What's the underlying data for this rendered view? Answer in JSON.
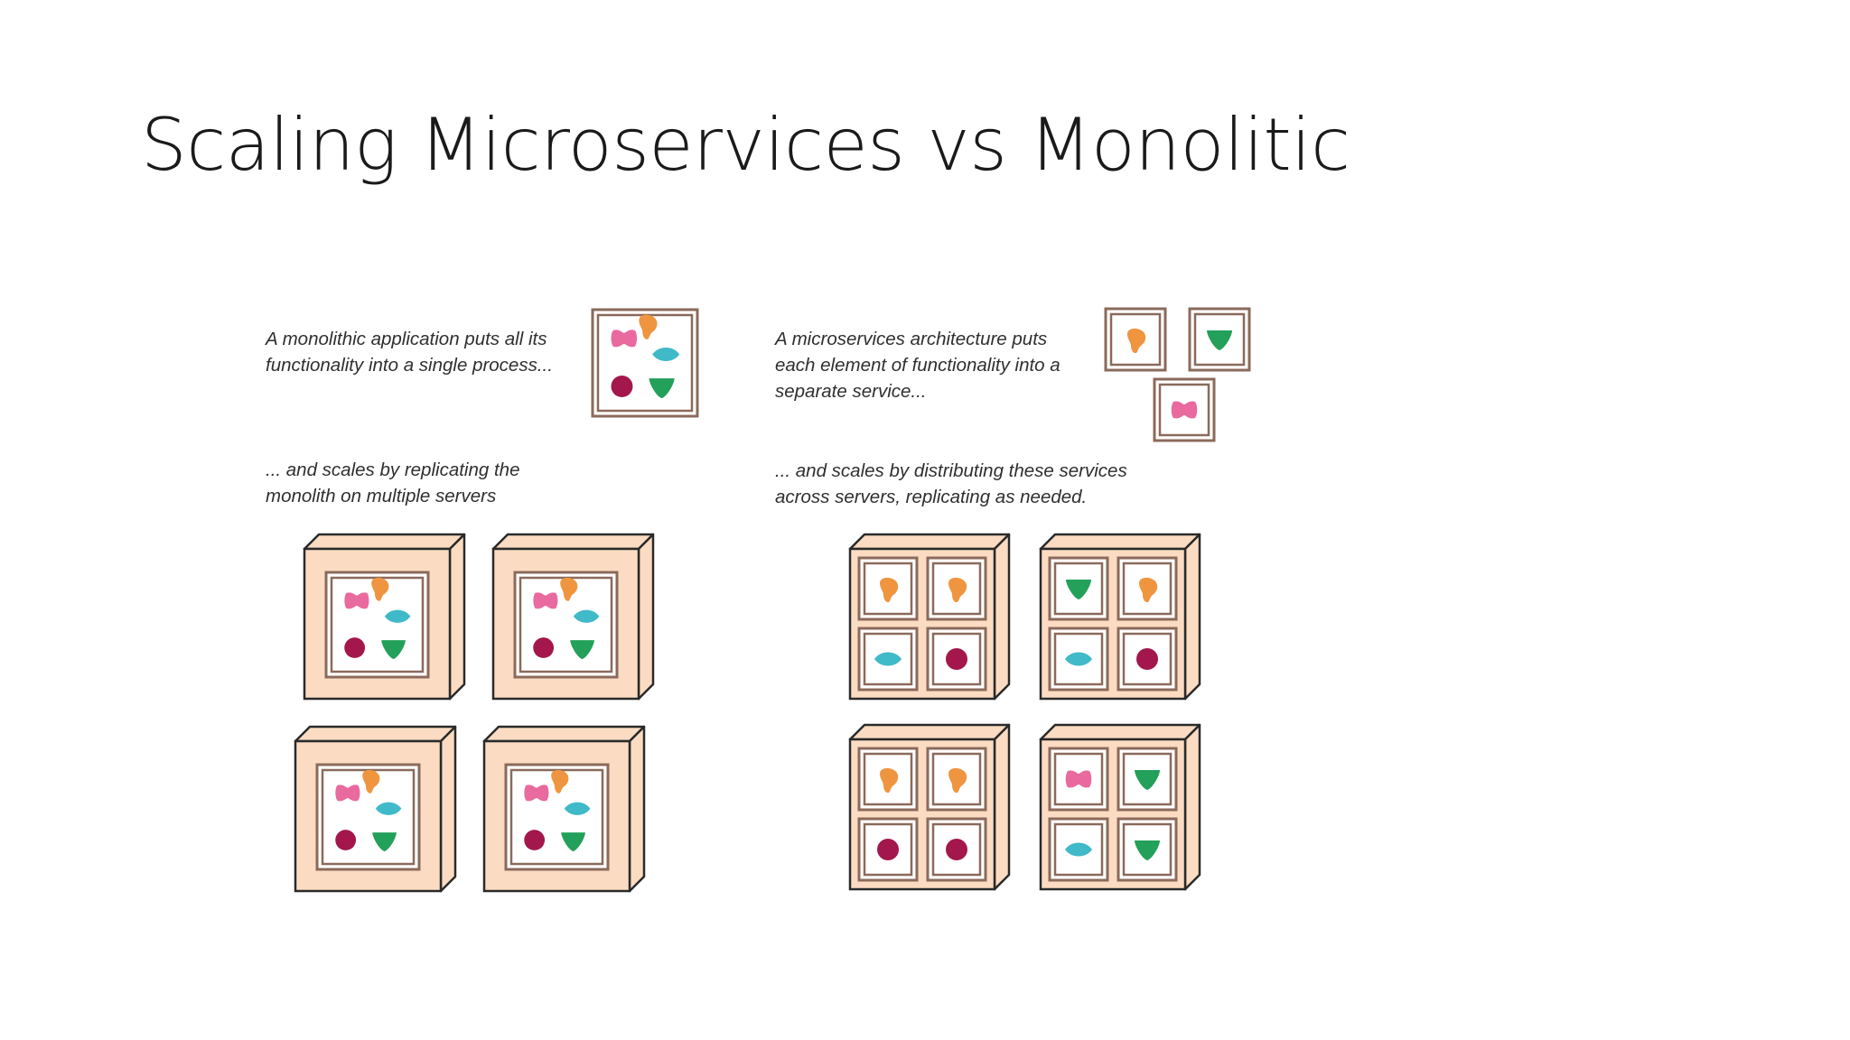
{
  "slide": {
    "title": "Scaling Microservices vs Monolitic"
  },
  "monolith": {
    "caption_1": [
      "A monolithic application puts all its",
      "functionality into a single process..."
    ],
    "caption_2": [
      "... and scales by replicating the",
      "monolith on multiple servers"
    ],
    "servers": [
      [
        "pink",
        "orange",
        "teal",
        "crimson",
        "green"
      ],
      [
        "pink",
        "orange",
        "teal",
        "crimson",
        "green"
      ],
      [
        "pink",
        "orange",
        "teal",
        "crimson",
        "green"
      ],
      [
        "pink",
        "orange",
        "teal",
        "crimson",
        "green"
      ]
    ]
  },
  "microservices": {
    "caption_1": [
      "A microservices architecture puts",
      "each element of functionality into a",
      "separate service..."
    ],
    "caption_2": [
      "... and scales by distributing these services",
      "across servers, replicating as needed."
    ],
    "services": [
      "orange",
      "green",
      "pink"
    ],
    "servers": [
      [
        "orange",
        "orange",
        "teal",
        "crimson"
      ],
      [
        "green",
        "orange",
        "teal",
        "crimson"
      ],
      [
        "orange",
        "orange",
        "crimson",
        "crimson"
      ],
      [
        "pink",
        "green",
        "teal",
        "green"
      ]
    ]
  },
  "colors": {
    "frame": "#8b6a5b",
    "server_fill": "#fbdcc2",
    "server_outline": "#2a2a2a",
    "pink": "#e96a9e",
    "orange": "#ef9540",
    "teal": "#40b9c8",
    "crimson": "#a3174d",
    "green": "#23a05a"
  }
}
